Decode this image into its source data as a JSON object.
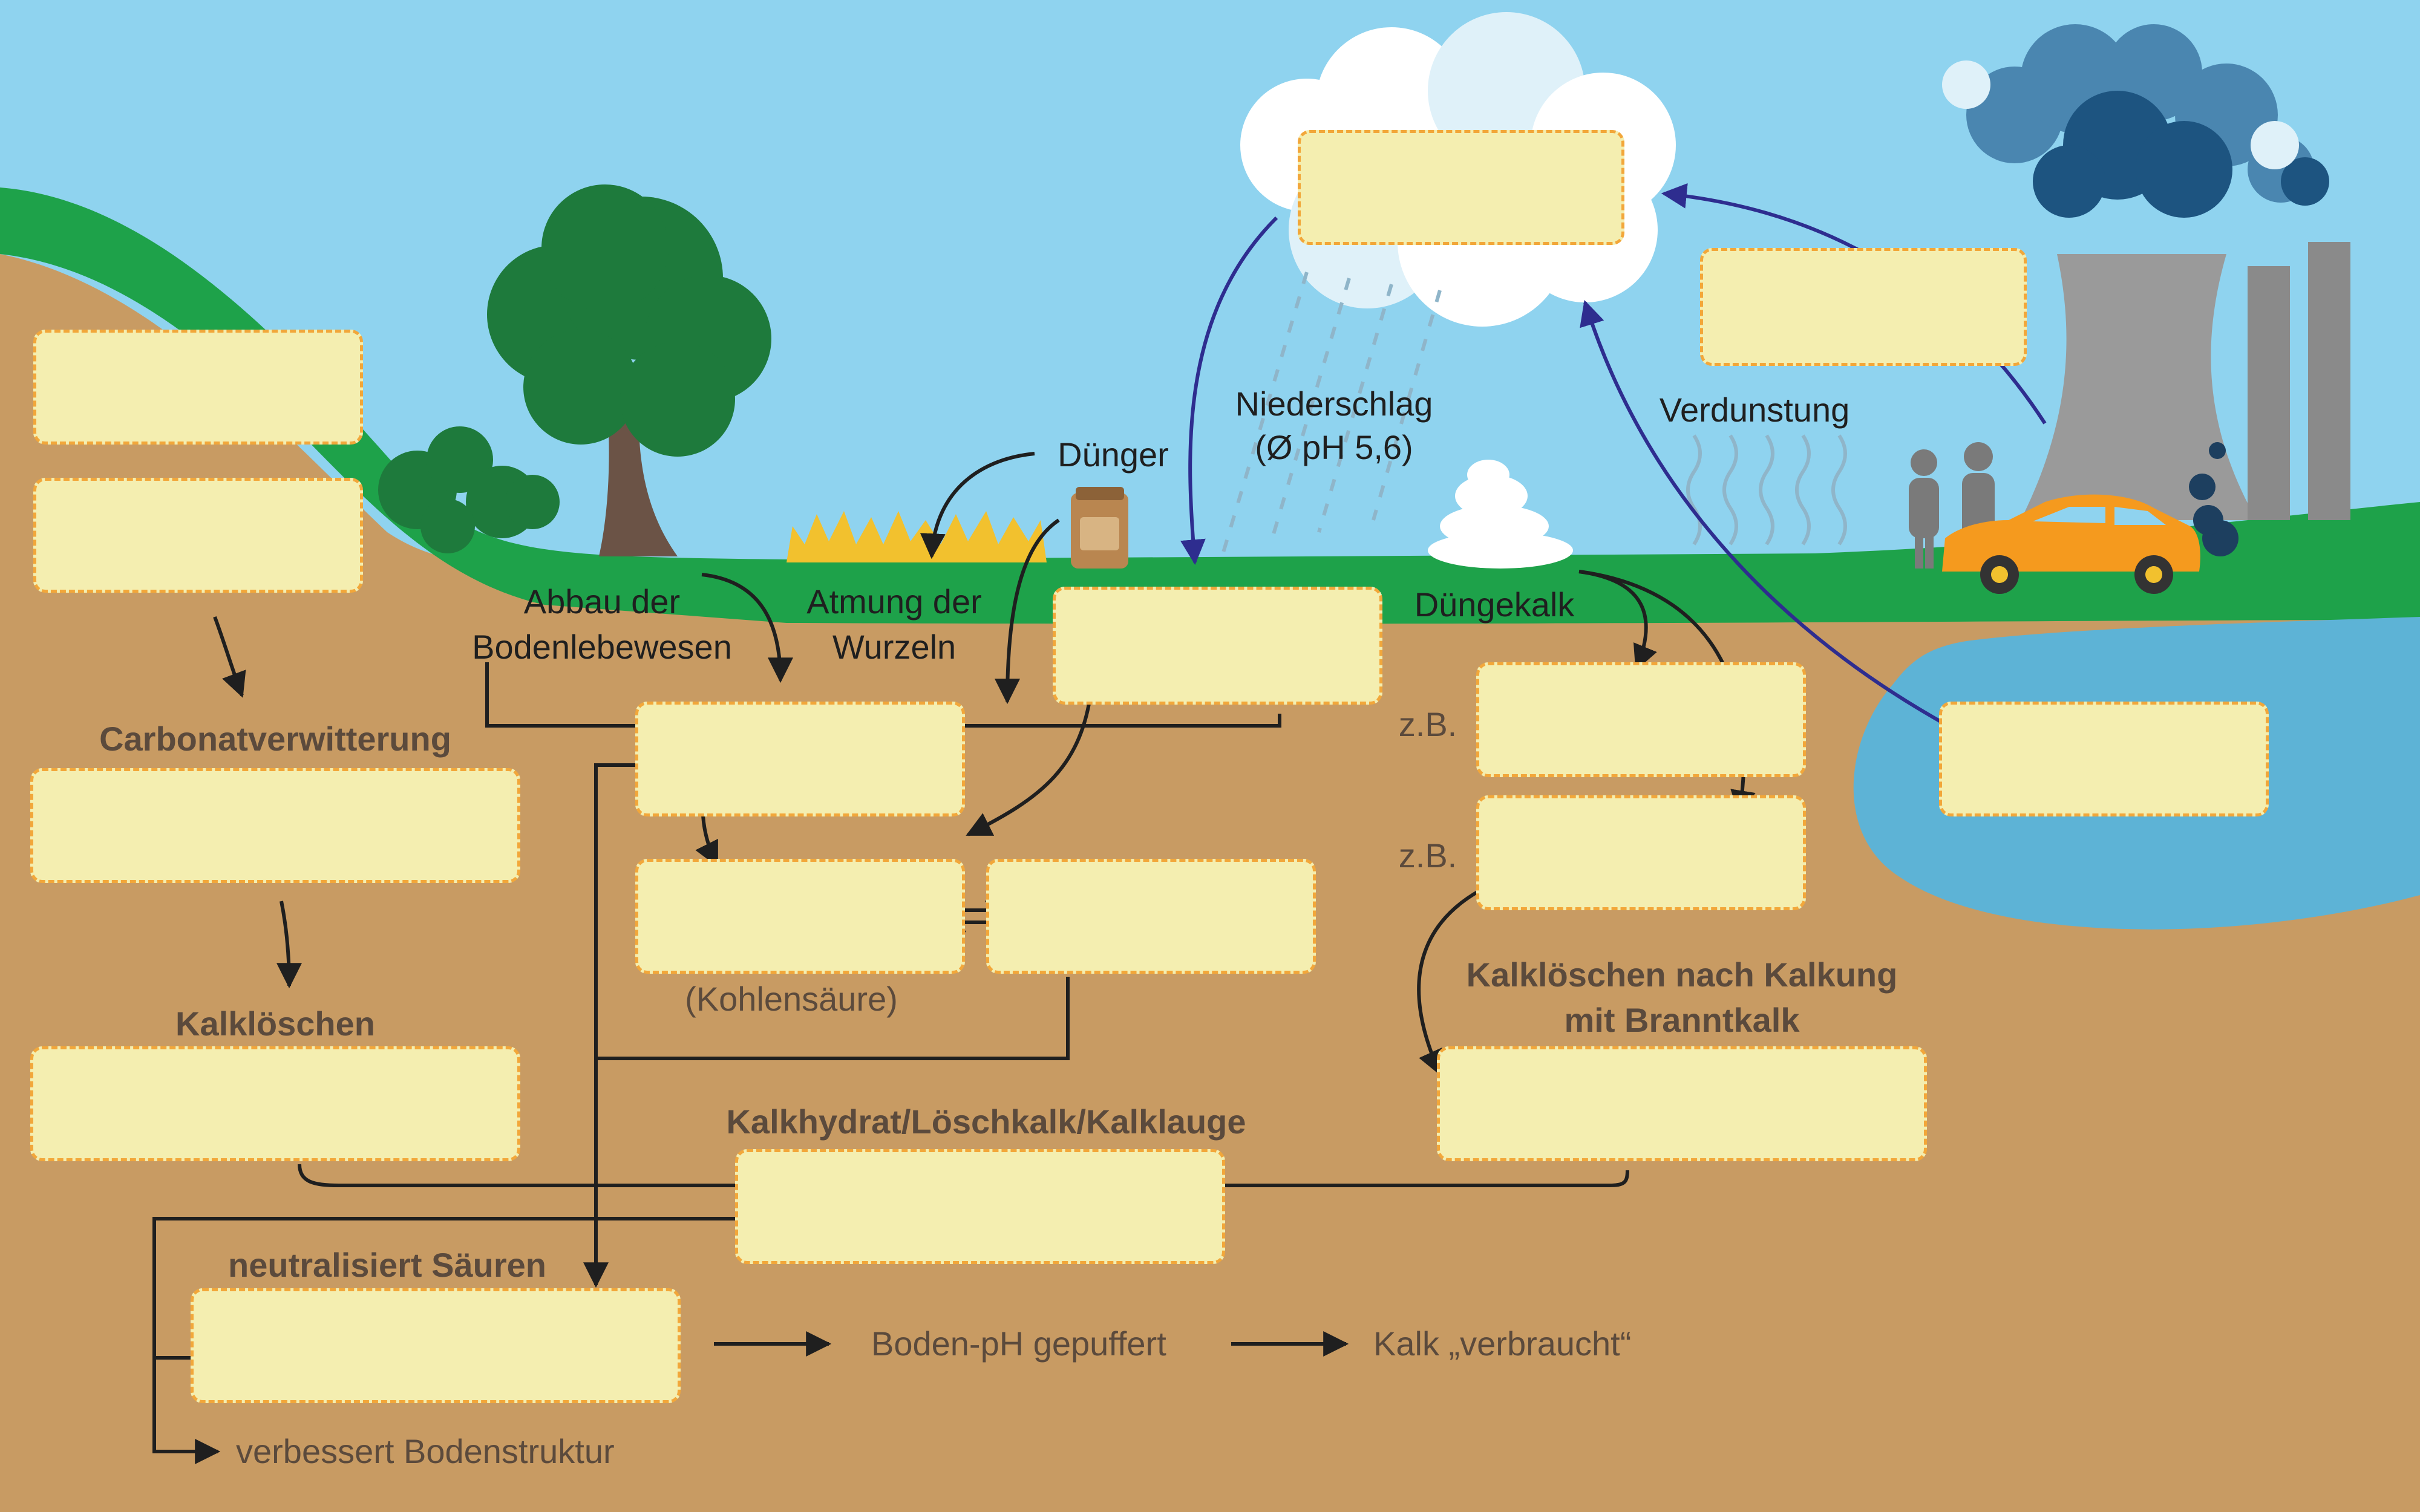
{
  "colors": {
    "sky": "#8fd3ef",
    "hill": "#1ea24a",
    "soil": "#c89b63",
    "water": "#5db3d6",
    "box_fill": "#f4eeb0",
    "box_border": "#f2a73a",
    "arrow_blue": "#2e2d8f",
    "arrow_black": "#1f1f1f",
    "car": "#f59a1e"
  },
  "labels": {
    "duenger": "Dünger",
    "niederschlag": "Niederschlag",
    "niederschlag_ph": "(Ø pH 5,6)",
    "verdunstung": "Verdunstung",
    "abbau_1": "Abbau der",
    "abbau_2": "Bodenlebewesen",
    "atmung_1": "Atmung der",
    "atmung_2": "Wurzeln",
    "duengekalk": "Düngekalk",
    "carbonatverwitterung": "Carbonatverwitterung",
    "kalkloeschen": "Kalklöschen",
    "zb_1": "z.B.",
    "zb_2": "z.B.",
    "kohlensaeure": "(Kohlensäure)",
    "kalkloeschen_nach_1": "Kalklöschen nach Kalkung",
    "kalkloeschen_nach_2": "mit Branntkalk",
    "kalkhydrat": "Kalkhydrat/Löschkalk/Kalklauge",
    "neutralisiert": "neutralisiert Säuren",
    "boden_ph": "Boden-pH gepuffert",
    "kalk_verbraucht": "Kalk „verbraucht“",
    "bodenstruktur": "verbessert Bodenstruktur"
  }
}
